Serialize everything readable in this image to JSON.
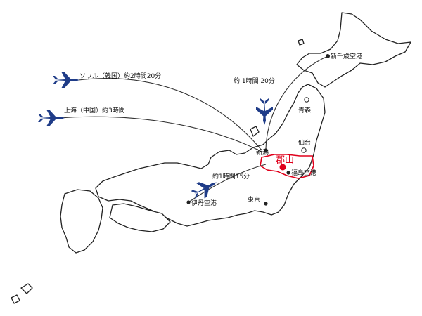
{
  "map": {
    "route_labels": {
      "seoul": "ソウル（韓国）約2時間20分",
      "shanghai": "上海（中国）約3時間",
      "chitose": "約 1時間 20分",
      "itami": "約1時間15分"
    },
    "places": {
      "shin_chitose": "新千歳空港",
      "aomori": "青森",
      "sendai": "仙台",
      "niigata": "新潟",
      "koriyama": "郡山",
      "fukushima_airport": "福島空港",
      "tokyo": "東京",
      "itami_airport": "伊丹空港"
    },
    "colors": {
      "plane": "#1f3c88",
      "highlight": "#e0001b",
      "outline": "#222222"
    },
    "icons": {
      "plane": "airplane-icon",
      "city": "city-dot-icon"
    }
  }
}
